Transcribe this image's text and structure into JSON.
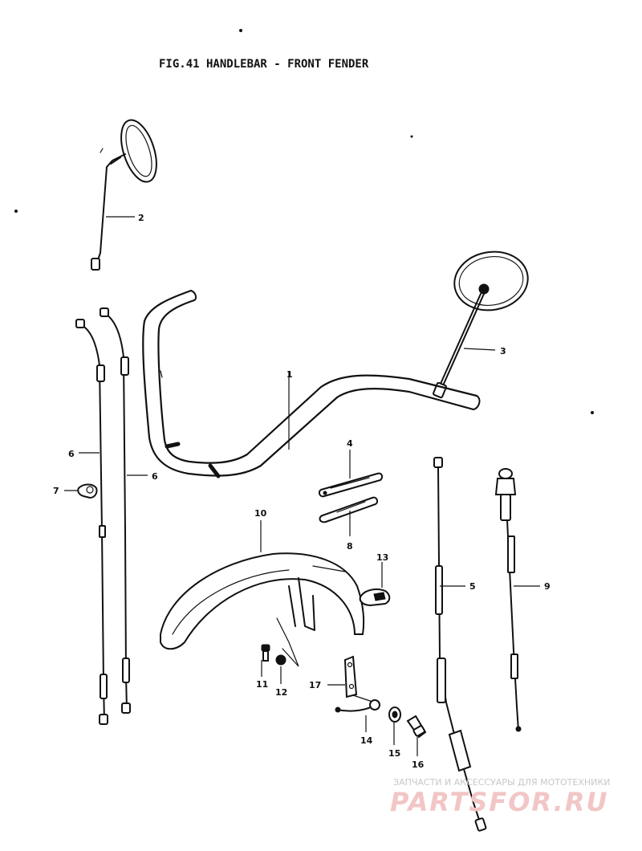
{
  "figure": {
    "title": "FIG.41  HANDLEBAR - FRONT FENDER"
  },
  "callouts": [
    {
      "id": "1",
      "label": "1"
    },
    {
      "id": "2",
      "label": "2"
    },
    {
      "id": "3",
      "label": "3"
    },
    {
      "id": "4",
      "label": "4"
    },
    {
      "id": "5",
      "label": "5"
    },
    {
      "id": "6a",
      "label": "6"
    },
    {
      "id": "6b",
      "label": "6"
    },
    {
      "id": "7",
      "label": "7"
    },
    {
      "id": "8",
      "label": "8"
    },
    {
      "id": "9",
      "label": "9"
    },
    {
      "id": "10",
      "label": "10"
    },
    {
      "id": "11",
      "label": "11"
    },
    {
      "id": "12",
      "label": "12"
    },
    {
      "id": "13",
      "label": "13"
    },
    {
      "id": "14",
      "label": "14"
    },
    {
      "id": "15",
      "label": "15"
    },
    {
      "id": "16",
      "label": "16"
    },
    {
      "id": "17",
      "label": "17"
    }
  ],
  "watermark": {
    "subtitle": "ЗАПЧАСТИ И АКСЕССУАРЫ ДЛЯ МОТОТЕХНИКИ",
    "brand": "PARTSFOR.RU",
    "color": "#e8a0a0"
  }
}
